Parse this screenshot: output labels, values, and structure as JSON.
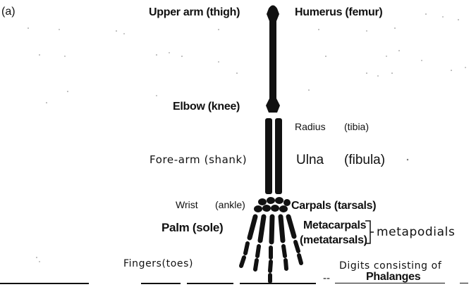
{
  "panel_letter": "(a)",
  "left_labels": {
    "upper_arm": "Upper arm (thigh)",
    "elbow": "Elbow (knee)",
    "fore_arm": "Fore-arm (shank)",
    "wrist": "Wrist",
    "wrist_alt": "(ankle)",
    "palm": "Palm (sole)",
    "fingers": "Fingers(toes)"
  },
  "right_labels": {
    "humerus": "Humerus (femur)",
    "radius": "Radius",
    "radius_alt": "(tibia)",
    "ulna": "Ulna",
    "ulna_alt": "(fibula)",
    "carpals": "Carpals (tarsals)",
    "metacarpals": "Metacarpals",
    "metatarsals": "(metatarsals)",
    "metapodials": "metapodials",
    "digits": "Digits consisting of",
    "phalanges": "Phalanges",
    "dashes": "--"
  }
}
